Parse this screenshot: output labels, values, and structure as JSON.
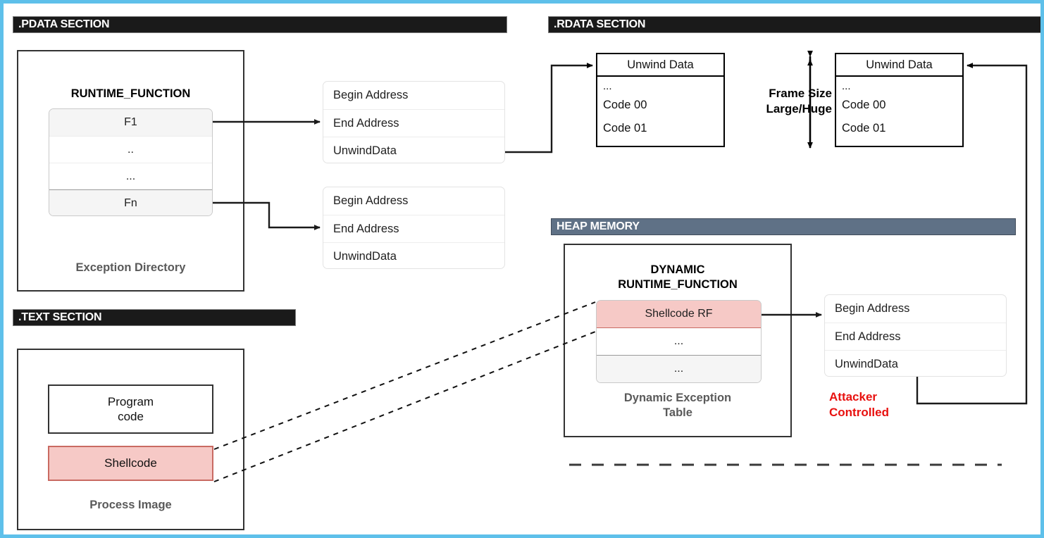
{
  "sections": {
    "pdata": {
      "label": ".PDATA SECTION"
    },
    "rdata": {
      "label": ".RDATA SECTION"
    },
    "text": {
      "label": ".TEXT SECTION"
    },
    "heap": {
      "label": "HEAP MEMORY"
    }
  },
  "exception_directory": {
    "heading": "RUNTIME_FUNCTION",
    "caption": "Exception Directory",
    "rows": [
      "F1",
      "..",
      "...",
      "Fn"
    ]
  },
  "runtime_function_entry_1": {
    "rows": [
      "Begin Address",
      "End Address",
      "UnwindData"
    ]
  },
  "runtime_function_entry_2": {
    "rows": [
      "Begin Address",
      "End Address",
      "UnwindData"
    ]
  },
  "unwind_data_1": {
    "title": "Unwind Data",
    "lines": [
      "...",
      "Code 00",
      "Code 01"
    ]
  },
  "unwind_data_2": {
    "title": "Unwind Data",
    "lines": [
      "...",
      "Code 00",
      "Code 01"
    ]
  },
  "frame_size": {
    "line1": "Frame Size",
    "line2": "Large/Huge"
  },
  "process_image": {
    "caption": "Process Image",
    "program_code": "Program\ncode",
    "shellcode": "Shellcode"
  },
  "dynamic_exception_table": {
    "heading_line1": "DYNAMIC",
    "heading_line2": "RUNTIME_FUNCTION",
    "caption_line1": "Dynamic Exception",
    "caption_line2": "Table",
    "rows": [
      "Shellcode RF",
      "...",
      "..."
    ]
  },
  "attacker_runtime_function": {
    "rows": [
      "Begin Address",
      "End Address",
      "UnwindData"
    ]
  },
  "attacker_note": {
    "line1": "Attacker",
    "line2": "Controlled"
  },
  "colors": {
    "frame_border": "#5ec0ea",
    "section_dark": "#1a1a1a",
    "section_slate": "#5f7186",
    "shellcode_fill": "#f6c9c6",
    "shellcode_border": "#c96a62",
    "attacker_text": "#e8110f",
    "caption_text": "#5a5a5a"
  }
}
